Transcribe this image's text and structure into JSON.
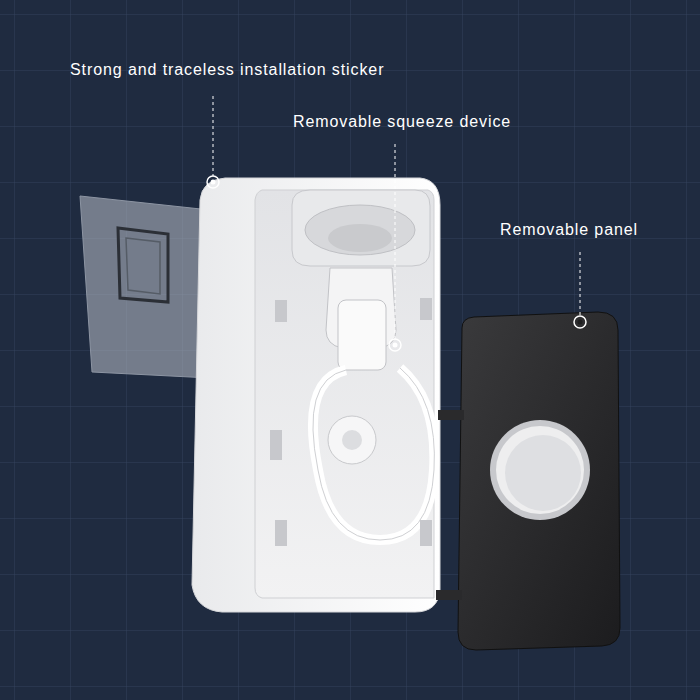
{
  "diagram": {
    "labels": [
      "Strong and traceless installation sticker",
      "Removable squeeze device",
      "Removable panel"
    ]
  }
}
